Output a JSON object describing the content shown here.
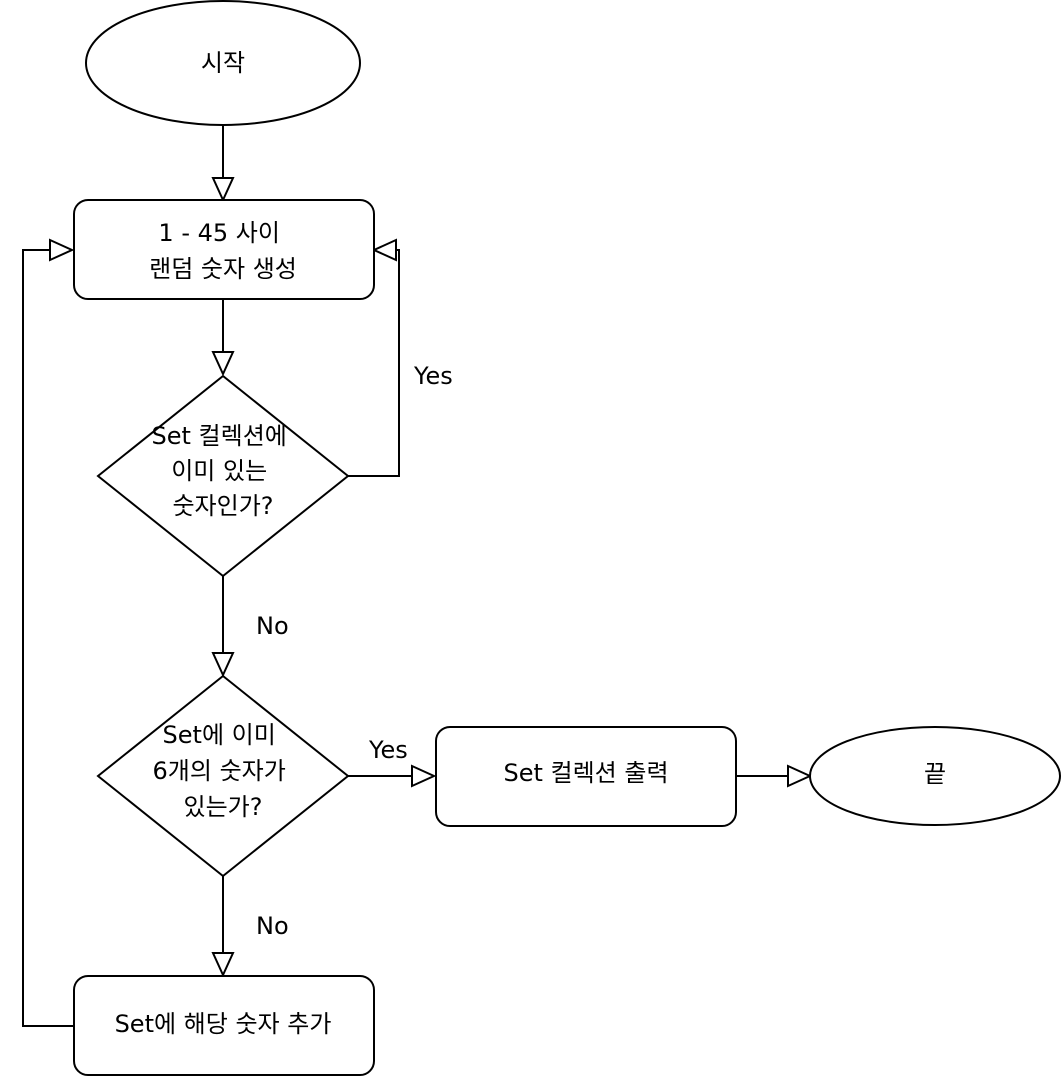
{
  "nodes": {
    "start": {
      "lines": [
        "시작"
      ]
    },
    "generate": {
      "lines": [
        "1 - 45 사이",
        "랜덤 숫자 생성"
      ]
    },
    "check_exists": {
      "lines": [
        "Set 컬렉션에",
        "이미 있는",
        "숫자인가?"
      ]
    },
    "check_six": {
      "lines": [
        "Set에 이미",
        "6개의 숫자가",
        "있는가?"
      ]
    },
    "output": {
      "lines": [
        "Set 컬렉션 출력"
      ]
    },
    "end": {
      "lines": [
        "끝"
      ]
    },
    "add": {
      "lines": [
        "Set에 해당 숫자 추가"
      ]
    }
  },
  "edges": {
    "exists_yes": "Yes",
    "exists_no": "No",
    "six_yes": "Yes",
    "six_no": "No"
  }
}
